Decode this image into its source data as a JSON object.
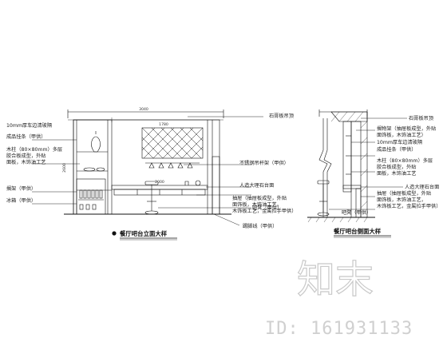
{
  "front": {
    "title": "餐厅吧台立面大样",
    "dims": [
      "3040",
      "1780",
      "2000",
      "2600"
    ],
    "left_labels": [
      "10mm厚车边清玻隔",
      "成品挂条（甲供）",
      "木柱（80×80mm）多层",
      "胶合板成型，外贴",
      "面板，木饰油工艺",
      "搁架（甲供）",
      "冰箱（甲供）"
    ],
    "right_labels": [
      "石膏板吊顶",
      "不锈钢吊杆架（甲供）",
      "人造大理石台面",
      "抽屉（抽屉板成型，外贴",
      "面饰板，木饰油工艺，",
      "木饰板工艺，金属拉手甲供）",
      "吧凳（甲供）",
      "踢脚线（甲供）"
    ]
  },
  "side": {
    "title": "餐厅吧台侧面大样",
    "labels": [
      "石膏板吊顶",
      "搁物架（抽屉板成型，外贴",
      "面饰板，木饰油工艺）",
      "10mm厚车边清玻隔",
      "成品挂条（甲供）",
      "木柱（80×80mm）多层",
      "胶合板成型，外贴",
      "面板，木饰油工艺",
      "人造大理石台面",
      "抽屉（抽屉板成型，外贴",
      "面饰板，木饰油工艺，",
      "木饰板工艺，金属拉手甲供）",
      "吧凳（甲供）"
    ]
  },
  "watermark": {
    "logo_text": "知末",
    "id_text": "ID: 161931133"
  }
}
